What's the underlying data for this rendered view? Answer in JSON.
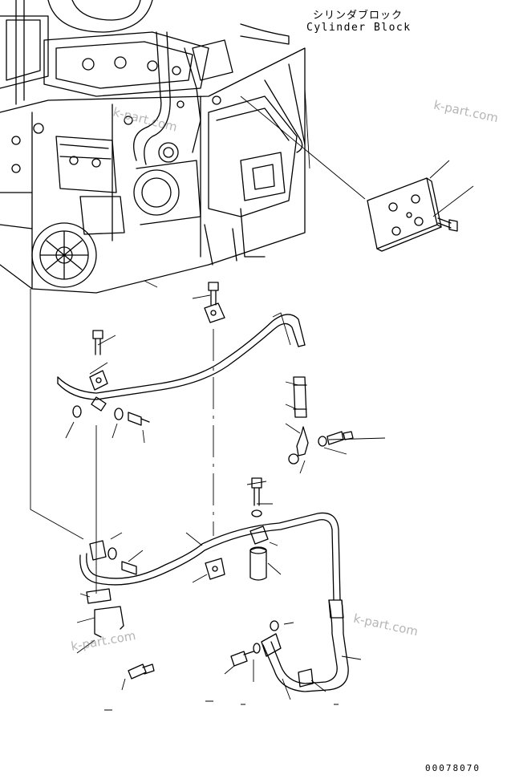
{
  "labels": {
    "cylinder_block_jp": "シリンダブロック",
    "cylinder_block_en": "Cylinder Block",
    "part_number": "00078070"
  },
  "watermarks": [
    "k-part.com",
    "k-part.com",
    "k-part.com",
    "k-part.com"
  ],
  "colors": {
    "line": "#000000",
    "background": "#ffffff",
    "watermark": "#888888"
  }
}
